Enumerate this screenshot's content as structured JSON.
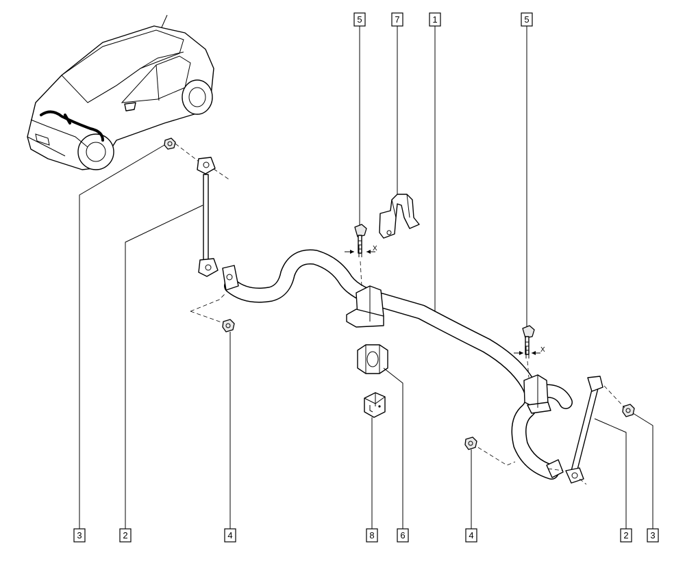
{
  "callouts": [
    {
      "id": "c-5a",
      "label": "5"
    },
    {
      "id": "c-7",
      "label": "7"
    },
    {
      "id": "c-1",
      "label": "1"
    },
    {
      "id": "c-5b",
      "label": "5"
    },
    {
      "id": "c-3a",
      "label": "3"
    },
    {
      "id": "c-2a",
      "label": "2"
    },
    {
      "id": "c-4a",
      "label": "4"
    },
    {
      "id": "c-8",
      "label": "8"
    },
    {
      "id": "c-6",
      "label": "6"
    },
    {
      "id": "c-4b",
      "label": "4"
    },
    {
      "id": "c-2b",
      "label": "2"
    },
    {
      "id": "c-3b",
      "label": "3"
    }
  ],
  "annotations": {
    "dim_x_1": "X",
    "dim_x_2": "X"
  }
}
